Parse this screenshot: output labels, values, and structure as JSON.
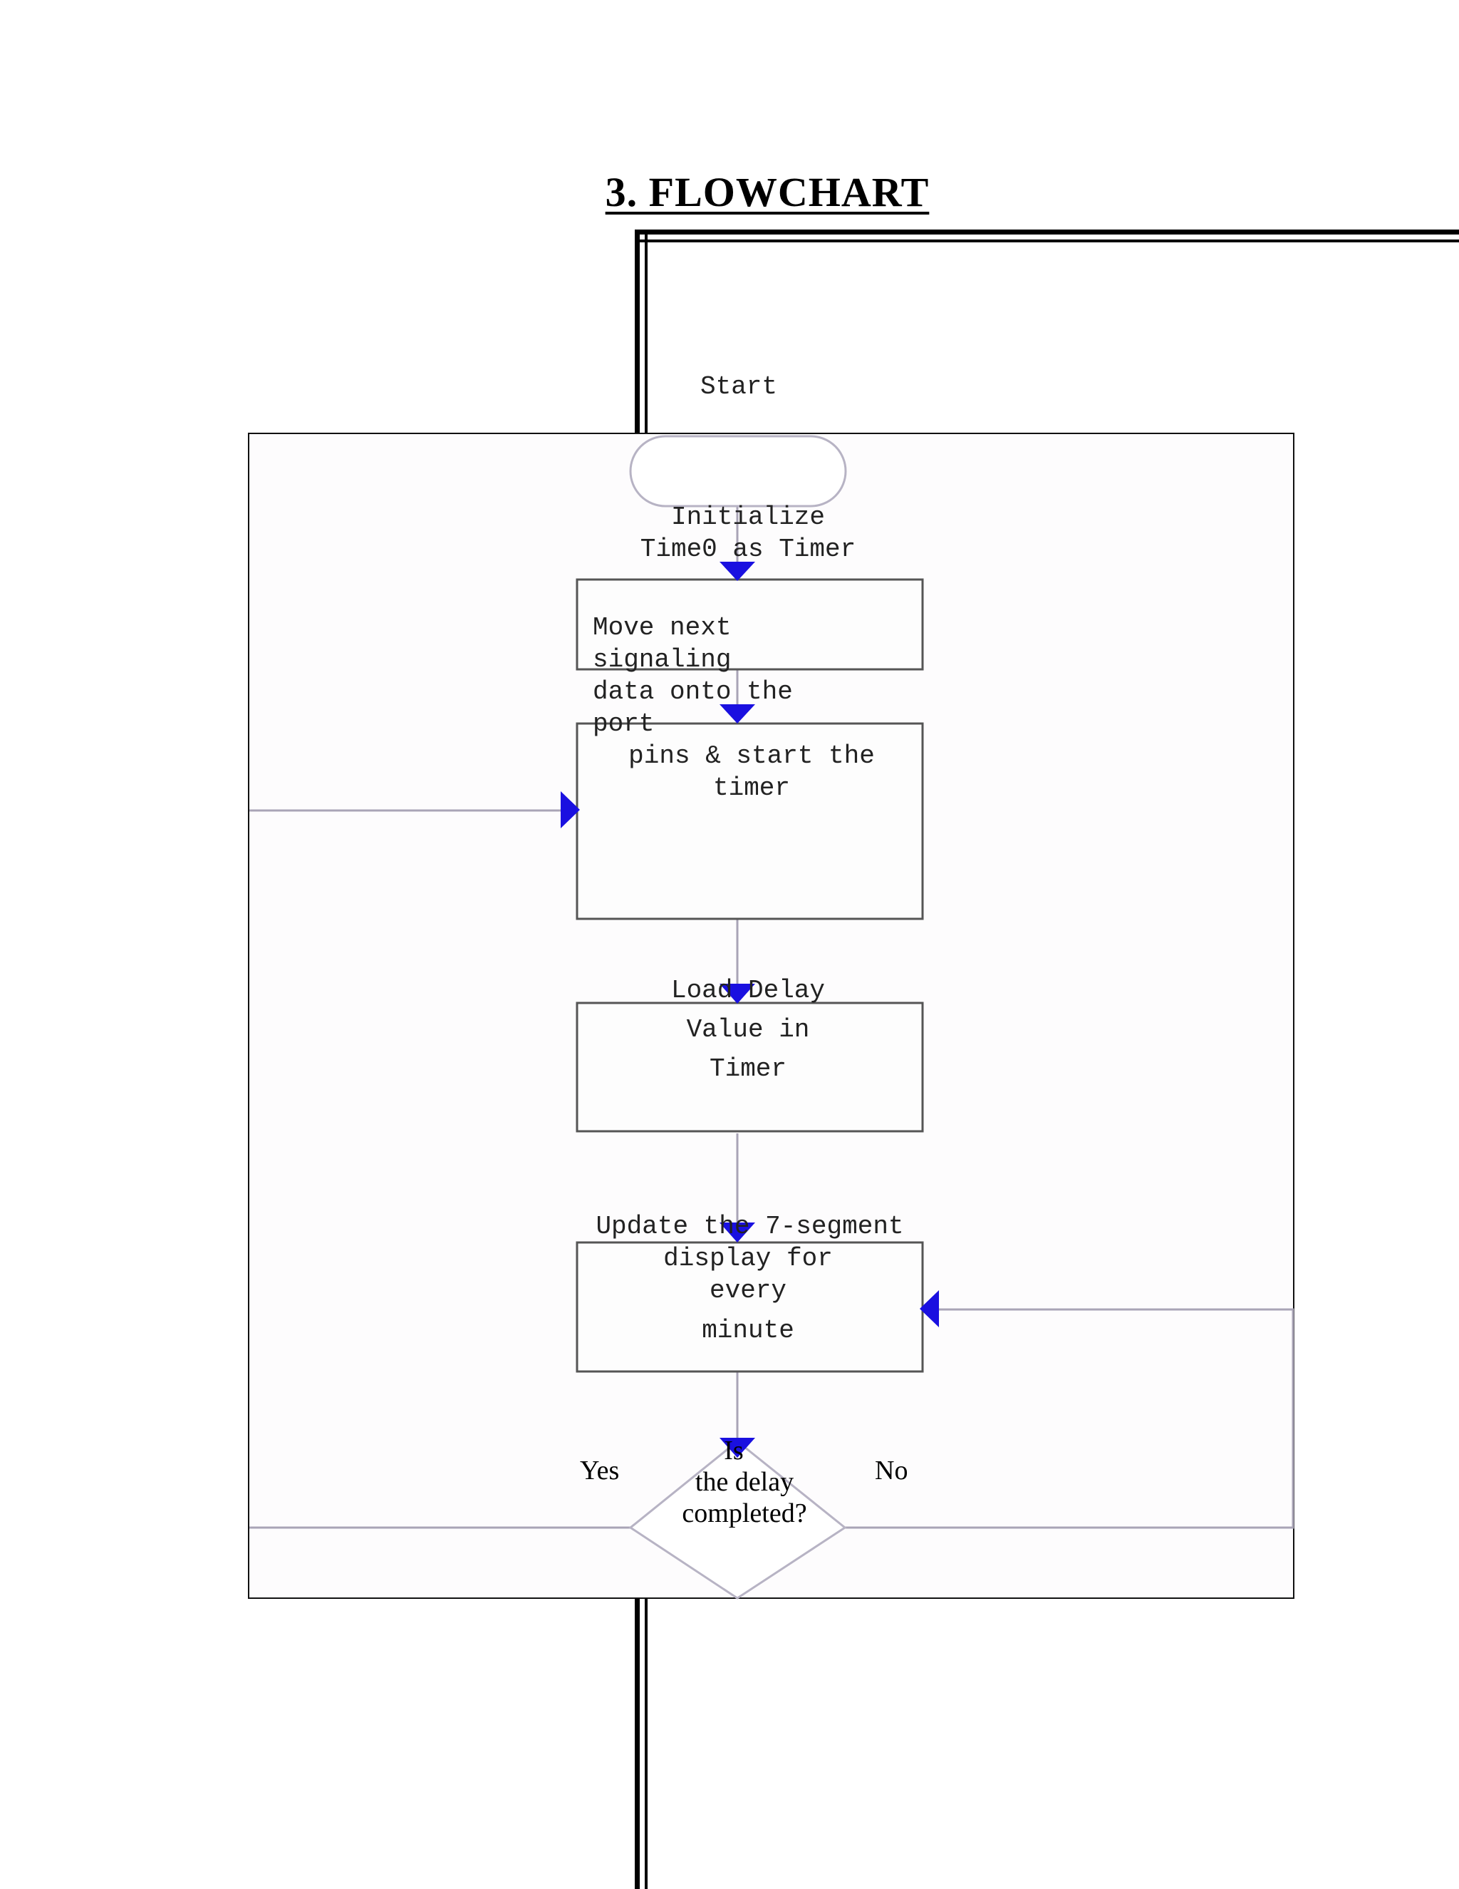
{
  "heading": "3. FLOWCHART",
  "nodes": {
    "start": "Start",
    "init": "Initialize\nTime0 as Timer",
    "move_a": "Move next\nsignaling\ndata onto the\nport",
    "move_b": "pins & start the\ntimer",
    "load_a": "Load Delay",
    "load_b": "Value in",
    "load_c": "Timer",
    "update_a": "Update the 7-segment",
    "update_b": "display for\nevery",
    "update_c": "minute",
    "decision_a": "Is",
    "decision_b": "the delay\ncompleted?"
  },
  "branches": {
    "yes": "Yes",
    "no": "No"
  },
  "colors": {
    "arrow": "#1a10e0",
    "line": "#a9a4b6",
    "box": "#555555"
  }
}
